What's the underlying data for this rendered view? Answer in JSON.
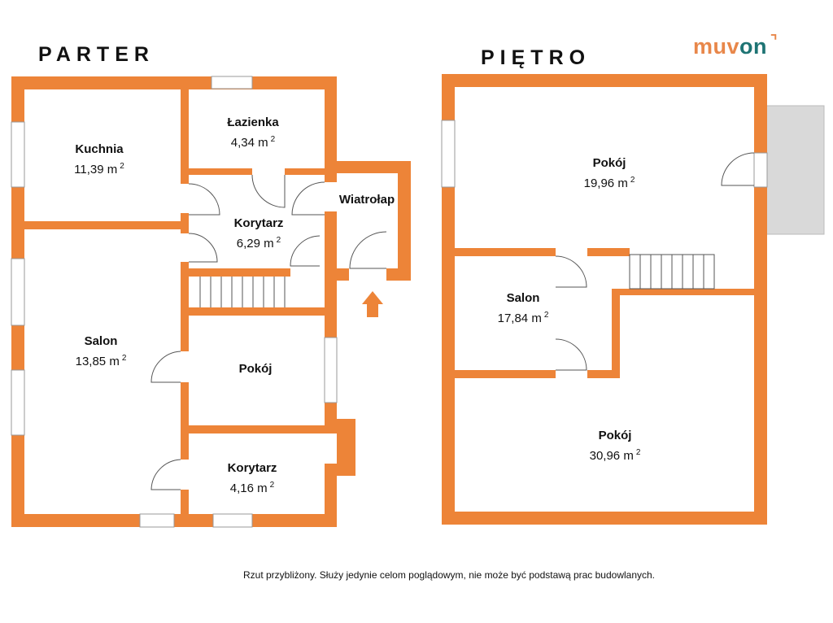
{
  "parter": {
    "title": "PARTER",
    "rooms": [
      {
        "name": "Kuchnia",
        "area": "11,39 m"
      },
      {
        "name": "Łazienka",
        "area": "4,34 m"
      },
      {
        "name": "Wiatrołap",
        "area": ""
      },
      {
        "name": "Korytarz",
        "area": "6,29 m"
      },
      {
        "name": "Salon",
        "area": "13,85 m"
      },
      {
        "name": "Pokój",
        "area": ""
      },
      {
        "name": "Korytarz",
        "area": "4,16 m"
      }
    ]
  },
  "pietro": {
    "title": "PIĘTRO",
    "rooms": [
      {
        "name": "Pokój",
        "area": "19,96 m"
      },
      {
        "name": "Salon",
        "area": "17,84 m"
      },
      {
        "name": "Pokój",
        "area": "30,96 m"
      }
    ]
  },
  "unit_sup": "2",
  "logo": {
    "part1": "muv",
    "part2": "on",
    "mark": "⌝"
  },
  "note": "Rzut przybliżony. Służy jedynie celom poglądowym, nie może być podstawą prac budowlanych.",
  "colors": {
    "wall": "#ED8438",
    "logo_orange": "#E8874A",
    "logo_teal": "#1E7474",
    "balcony": "#D9D9D9"
  }
}
